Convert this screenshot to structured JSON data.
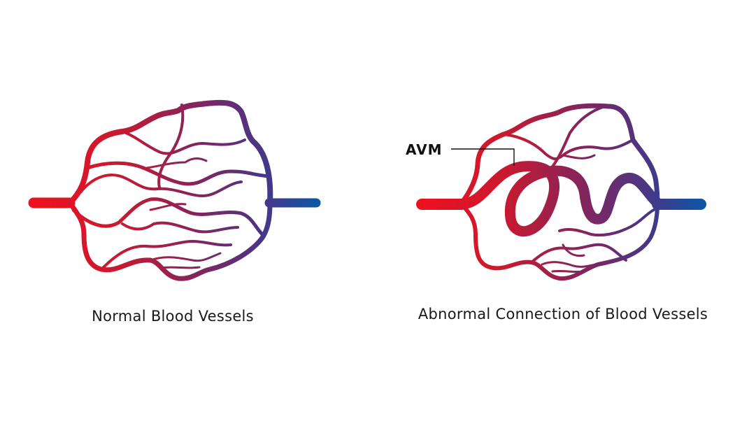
{
  "diagrams": [
    {
      "caption": "Normal Blood Vessels"
    },
    {
      "caption": "Abnormal Connection of Blood Vessels",
      "callout": "AVM"
    }
  ],
  "colors": {
    "arterial": "#f0101e",
    "mid": "#8a2358",
    "venous": "#0d55a6",
    "text": "#1a1a1a"
  }
}
